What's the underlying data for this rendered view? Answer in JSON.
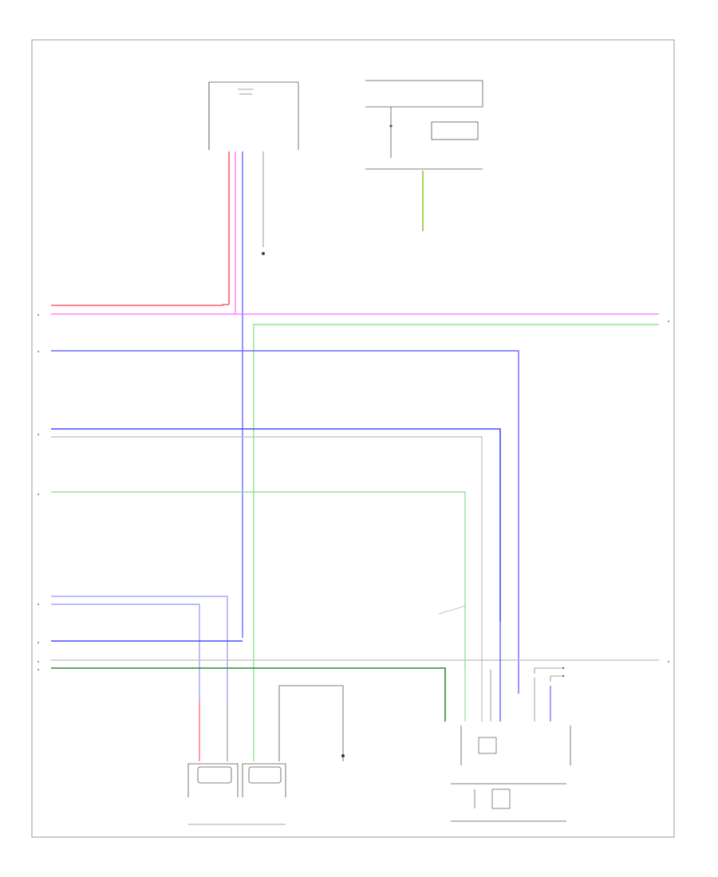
{
  "title": "",
  "page_number": "",
  "nodes": {},
  "wires": [
    {
      "id": "wire-red",
      "color": "#ff5a6e"
    },
    {
      "id": "wire-pink",
      "color": "#ff66ff"
    },
    {
      "id": "wire-green-top",
      "color": "#7ee07e"
    },
    {
      "id": "wire-blue-1",
      "color": "#6b6bff"
    },
    {
      "id": "wire-blue-2",
      "color": "#4a4aff"
    },
    {
      "id": "wire-gray-1",
      "color": "#bdbdbd"
    },
    {
      "id": "wire-green-mid",
      "color": "#7ee07e"
    },
    {
      "id": "wire-blue-3",
      "color": "#7a7aff"
    },
    {
      "id": "wire-blue-4",
      "color": "#7a7aff"
    },
    {
      "id": "wire-blue-5",
      "color": "#4a4aff"
    },
    {
      "id": "wire-gray-2",
      "color": "#bdbdbd"
    },
    {
      "id": "wire-green-bottom",
      "color": "#2e8b2e"
    }
  ],
  "legend": {}
}
